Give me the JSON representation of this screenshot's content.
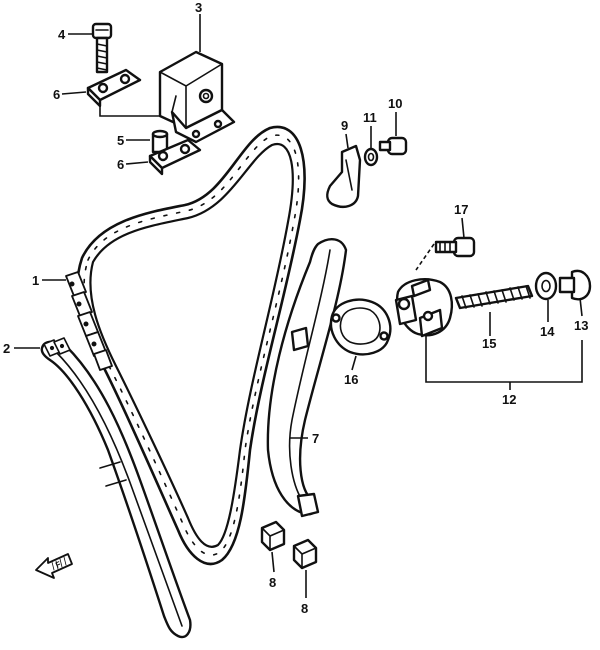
{
  "callouts": {
    "c1": "1",
    "c2": "2",
    "c3": "3",
    "c4": "4",
    "c5": "5",
    "c6a": "6",
    "c6b": "6",
    "c7": "7",
    "c8a": "8",
    "c8b": "8",
    "c9": "9",
    "c10": "10",
    "c11": "11",
    "c12": "12",
    "c13": "13",
    "c14": "14",
    "c15": "15",
    "c16": "16",
    "c17": "17"
  },
  "direction_label": "F",
  "colors": {
    "line": "#111111",
    "background": "#ffffff"
  }
}
